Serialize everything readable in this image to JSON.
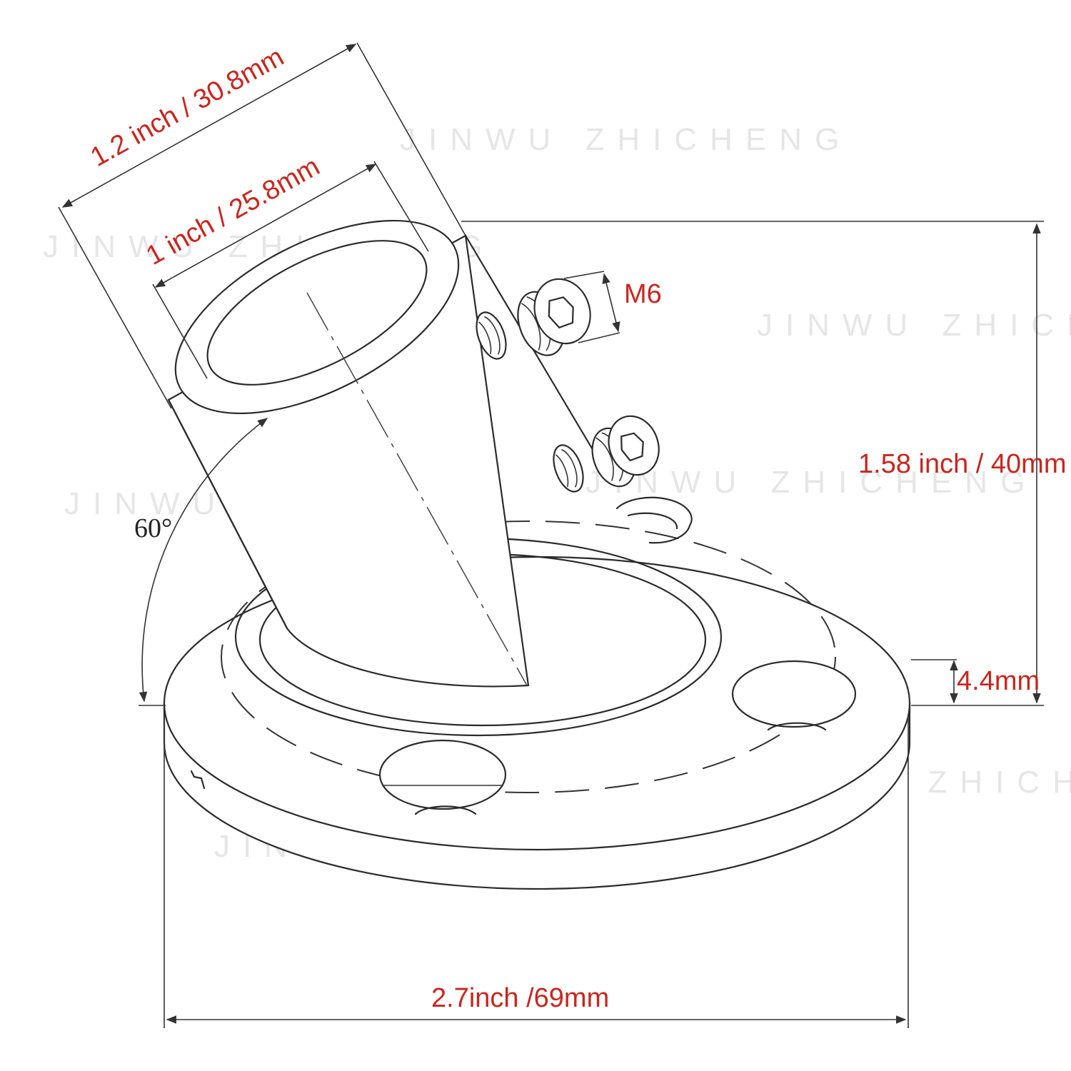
{
  "dimensions": {
    "outer_diameter": "1.2 inch / 30.8mm",
    "inner_diameter": "1 inch / 25.8mm",
    "screw_size": "M6",
    "height": "1.58 inch / 40mm",
    "angle": "60°",
    "base_thickness": "4.4mm",
    "base_diameter": "2.7inch /69mm"
  },
  "watermark": "JINWU ZHICHENG",
  "colors": {
    "label": "#c8261e",
    "line": "#2b2b2b",
    "background": "#ffffff"
  }
}
